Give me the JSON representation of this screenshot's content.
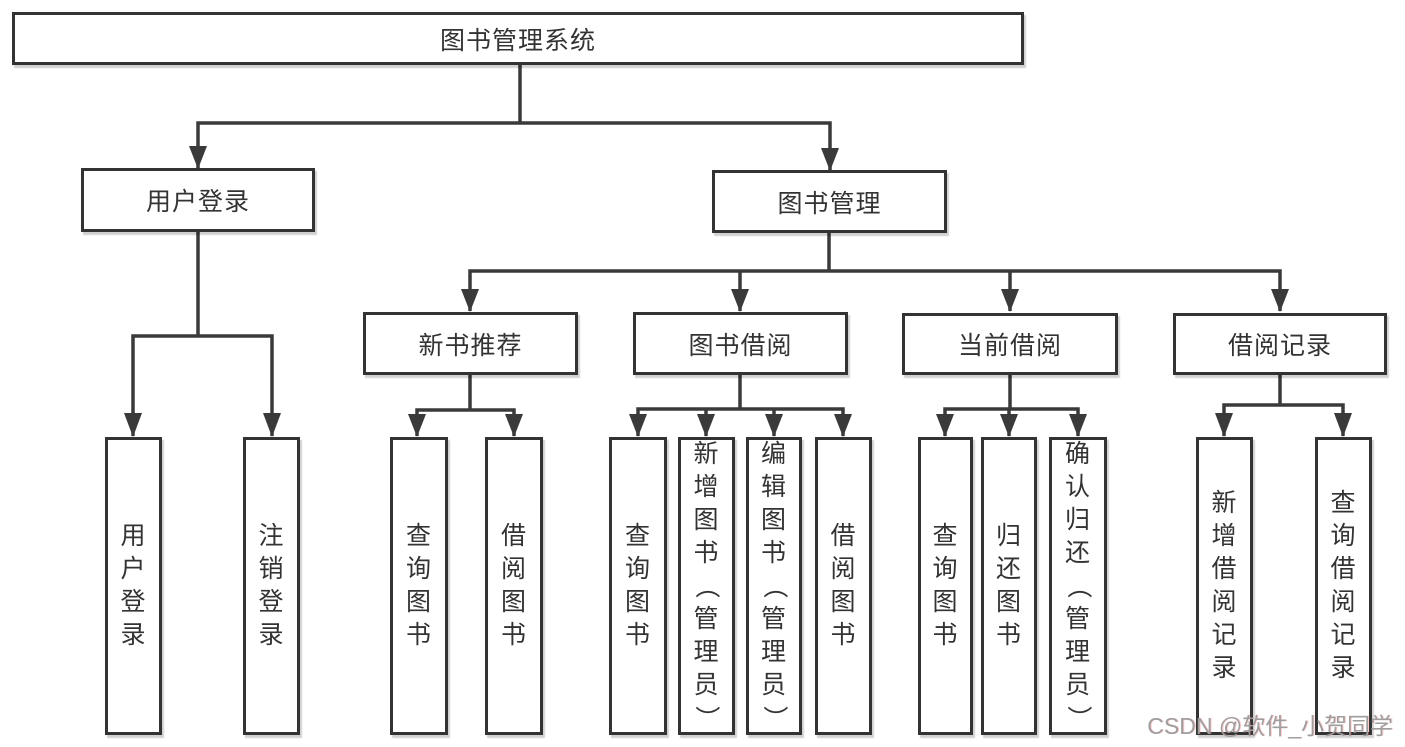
{
  "nodes": {
    "root": {
      "label": "图书管理系统"
    },
    "user_login": {
      "label": "用户登录",
      "leaves": [
        "用户登录",
        "注销登录"
      ]
    },
    "book_mgmt": {
      "label": "图书管理"
    },
    "new_books": {
      "label": "新书推荐",
      "leaves": [
        "查询图书",
        "借阅图书"
      ]
    },
    "borrowing": {
      "label": "图书借阅",
      "leaves": [
        "查询图书",
        "新增图书（管理员）",
        "编辑图书（管理员）",
        "借阅图书"
      ]
    },
    "current": {
      "label": "当前借阅",
      "leaves": [
        "查询图书",
        "归还图书",
        "确认归还（管理员）"
      ]
    },
    "records": {
      "label": "借阅记录",
      "leaves": [
        "新增借阅记录",
        "查询借阅记录"
      ]
    }
  },
  "watermark": "CSDN @软件_小贺同学",
  "colors": {
    "line": "#3a3a3a",
    "box_border": "#333333",
    "text": "#333333",
    "watermark": "#9e9e9e",
    "background": "#ffffff"
  }
}
